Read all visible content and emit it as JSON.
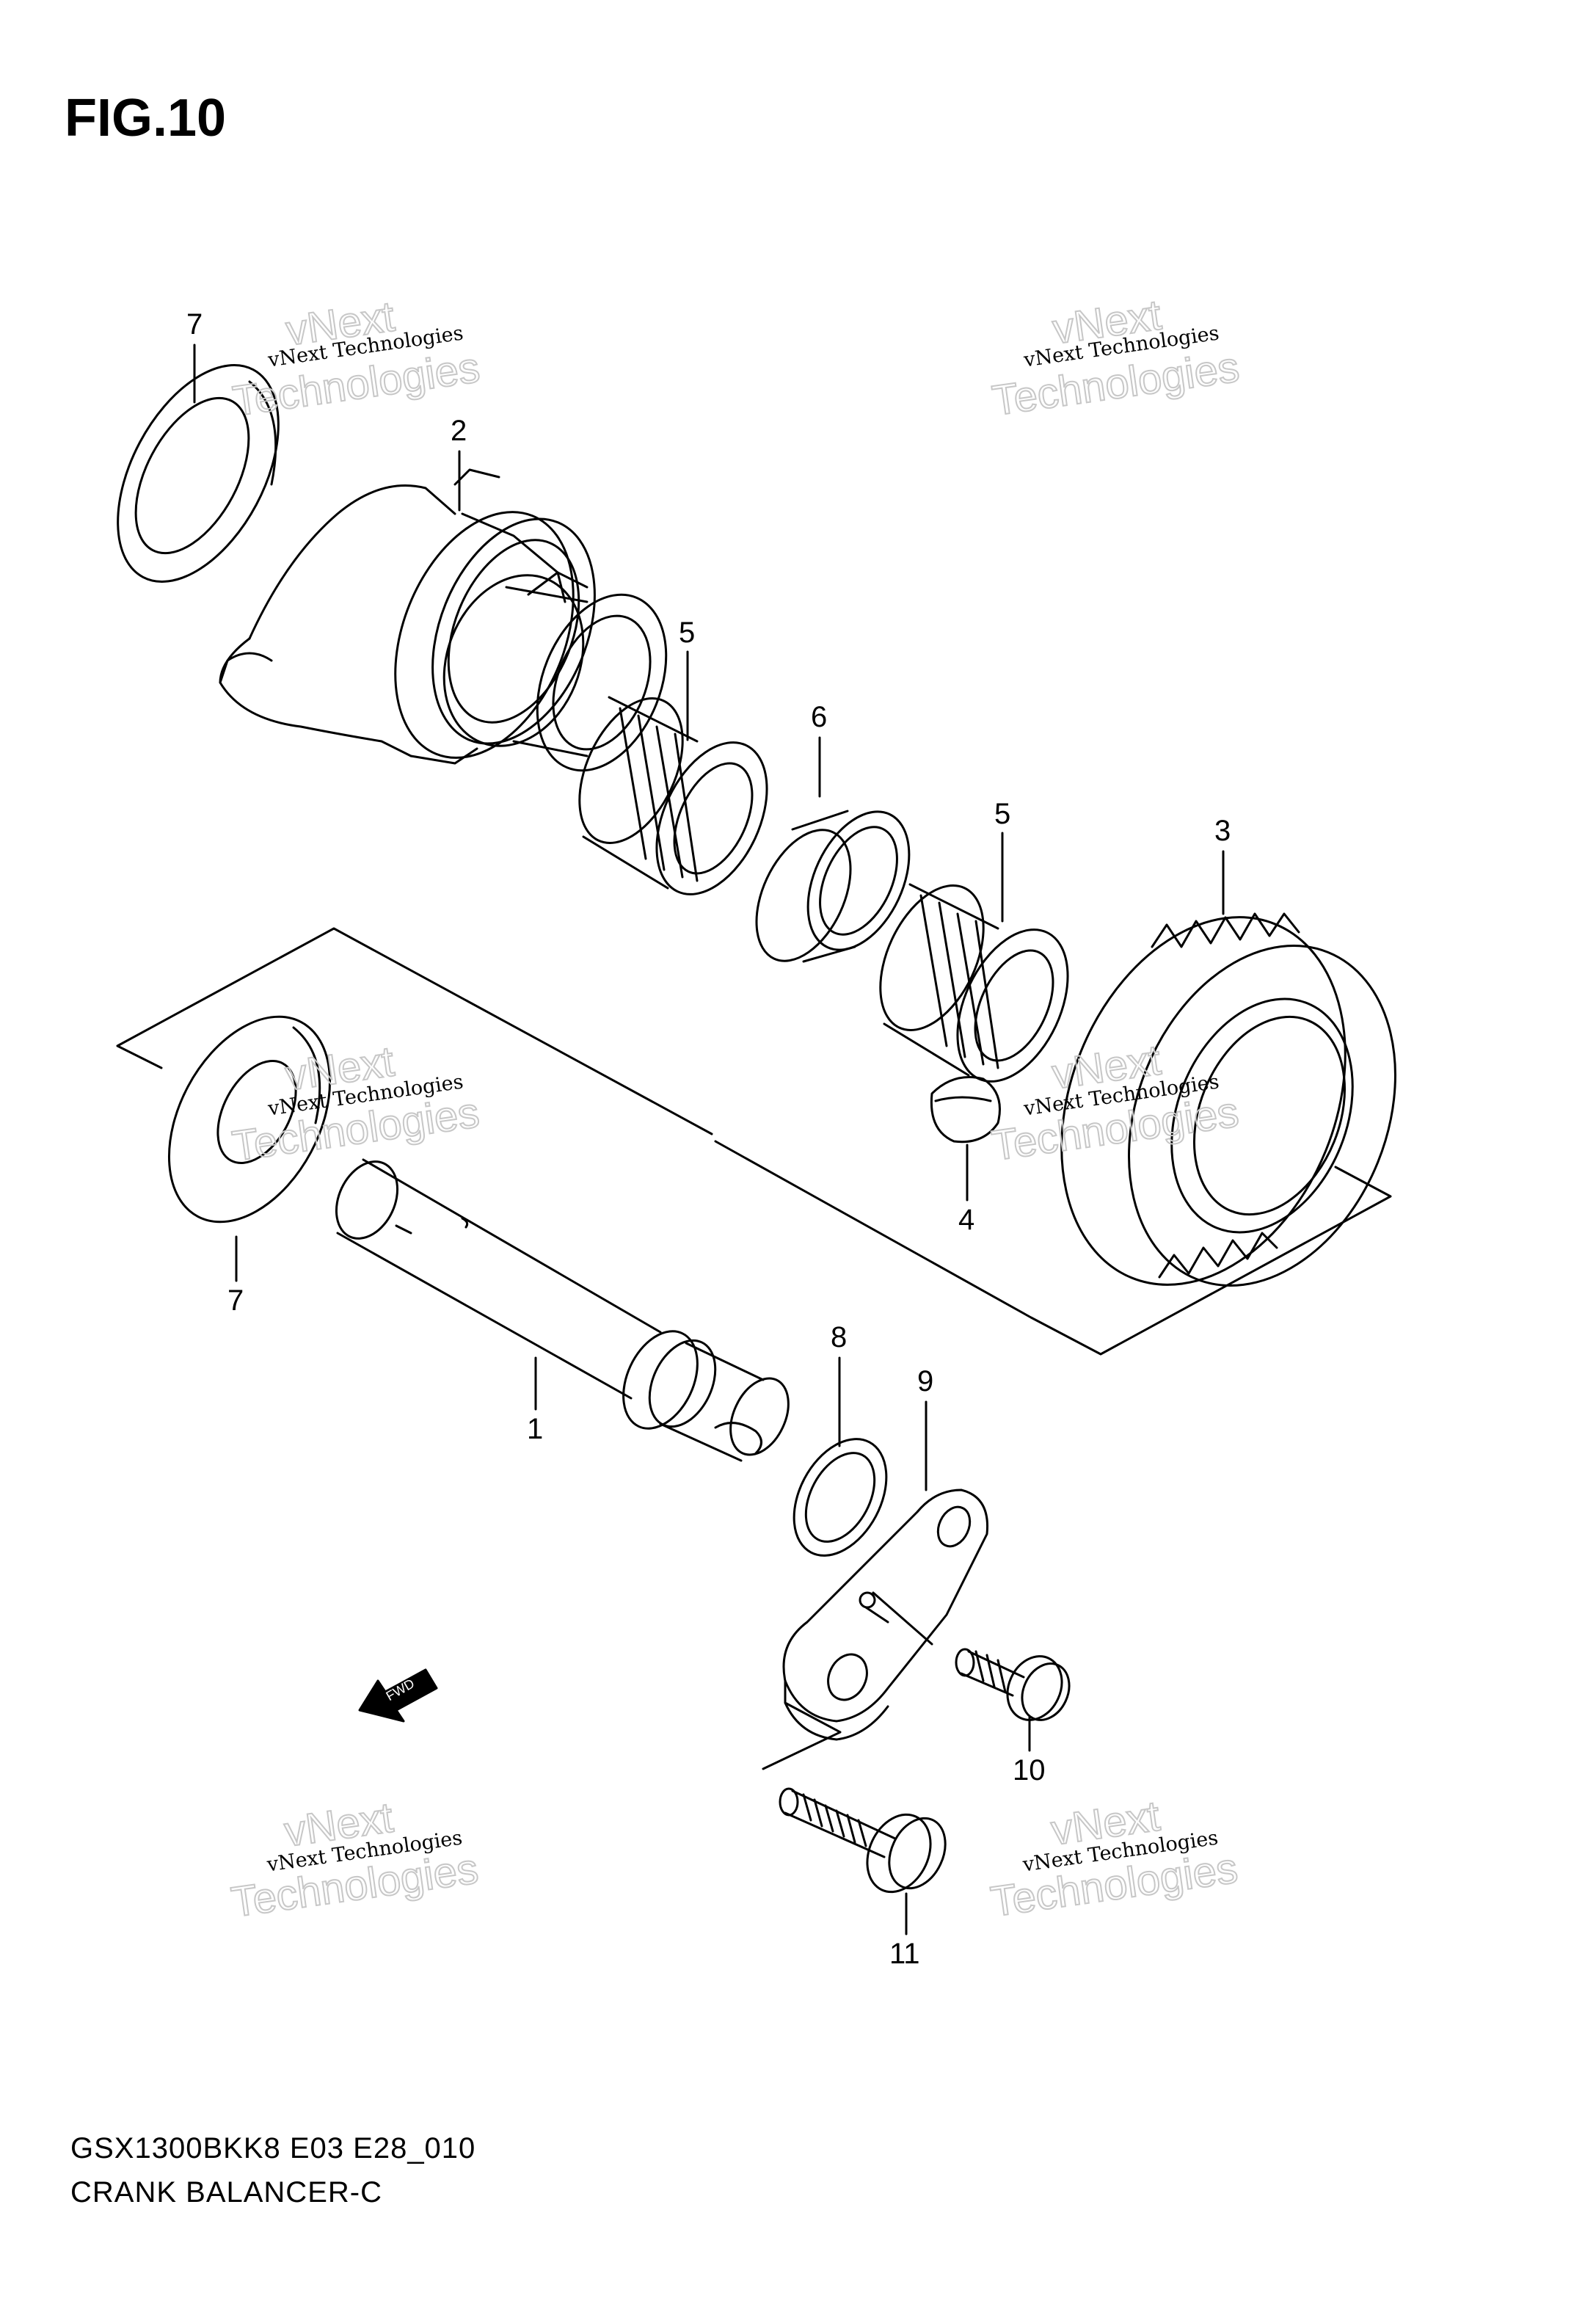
{
  "figure": {
    "title": "FIG.10",
    "model_code": "GSX1300BKK8 E03 E28_010",
    "assembly_name": "CRANK BALANCER-C"
  },
  "watermark": {
    "line1": "vNext Technologies",
    "line2": "vNext",
    "line3": "Technologies"
  },
  "callouts": [
    "7",
    "2",
    "5",
    "6",
    "5",
    "3",
    "7",
    "4",
    "1",
    "8",
    "9",
    "10",
    "11"
  ],
  "fwd_label": "FWD"
}
